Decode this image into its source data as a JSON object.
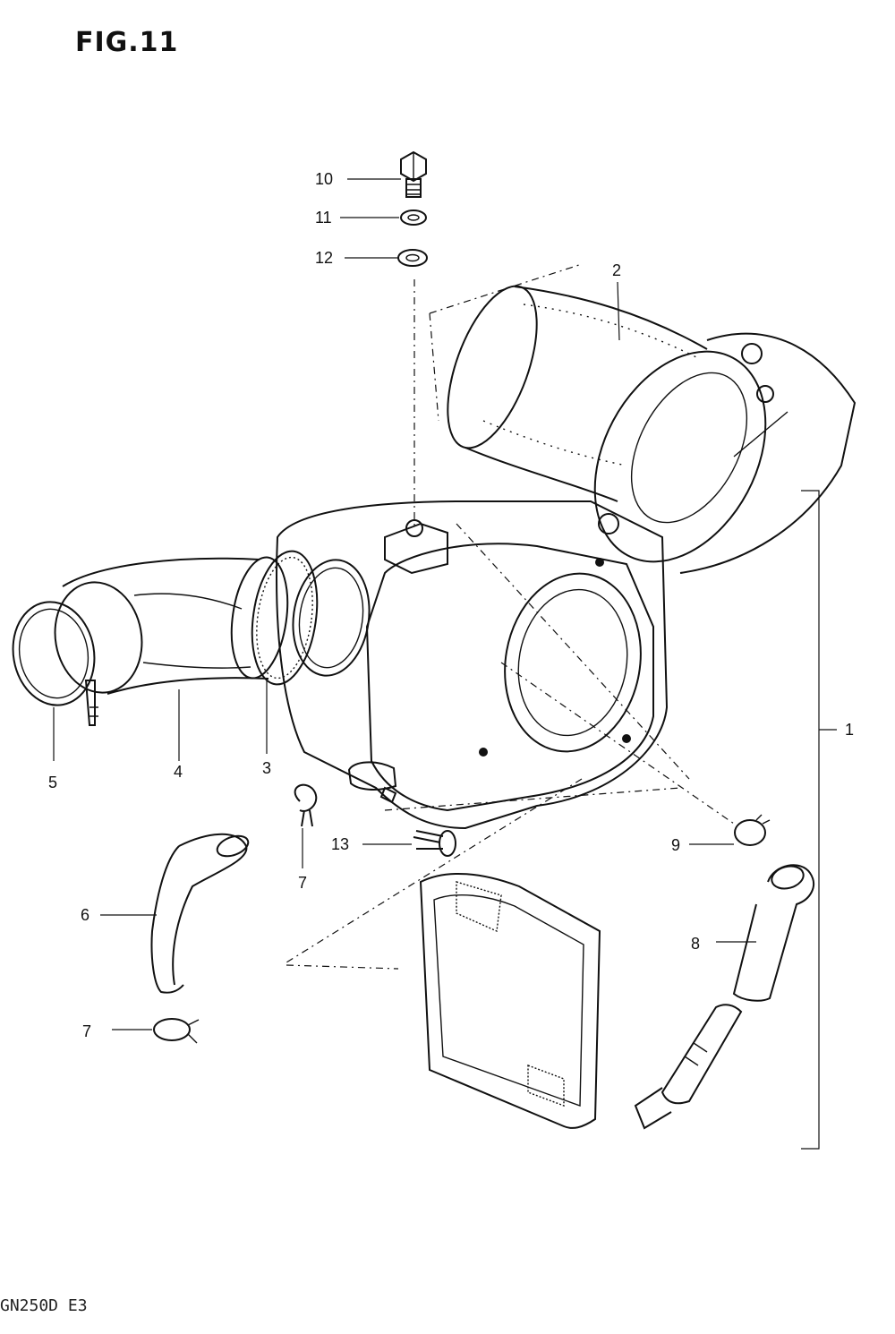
{
  "figure": {
    "title": "FIG.11",
    "footer": "GN250D E3"
  },
  "callouts": [
    {
      "id": "c1",
      "label": "1"
    },
    {
      "id": "c2",
      "label": "2"
    },
    {
      "id": "c3",
      "label": "3"
    },
    {
      "id": "c4",
      "label": "4"
    },
    {
      "id": "c5",
      "label": "5"
    },
    {
      "id": "c6",
      "label": "6"
    },
    {
      "id": "c7a",
      "label": "7"
    },
    {
      "id": "c7b",
      "label": "7"
    },
    {
      "id": "c8",
      "label": "8"
    },
    {
      "id": "c9",
      "label": "9"
    },
    {
      "id": "c10",
      "label": "10"
    },
    {
      "id": "c11",
      "label": "11"
    },
    {
      "id": "c12",
      "label": "12"
    },
    {
      "id": "c13",
      "label": "13"
    }
  ]
}
